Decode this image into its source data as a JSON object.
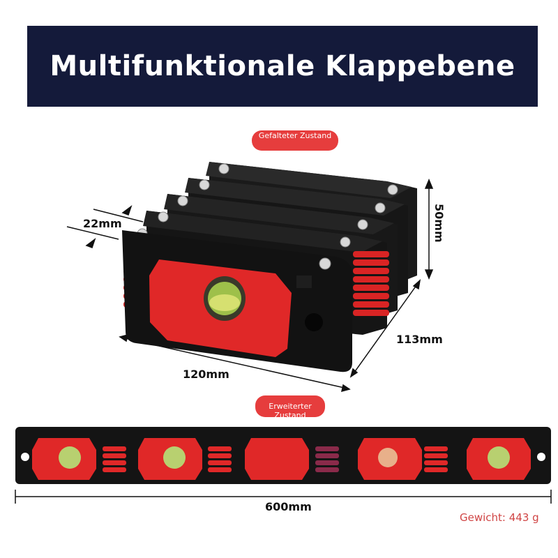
{
  "title": "Multifunktionale Klappebene",
  "badges": {
    "folded": "Gefalteter Zustand",
    "extended": "Erweiterter Zustand"
  },
  "dimensions": {
    "thickness": "22mm",
    "height": "50mm",
    "depth": "113mm",
    "width": "120mm",
    "extended_length": "600mm"
  },
  "weight": "Gewicht: 443 g",
  "colors": {
    "banner": "#141a3a",
    "badge": "#e63d3d",
    "accent_red": "#e02828",
    "body_black": "#151515"
  }
}
